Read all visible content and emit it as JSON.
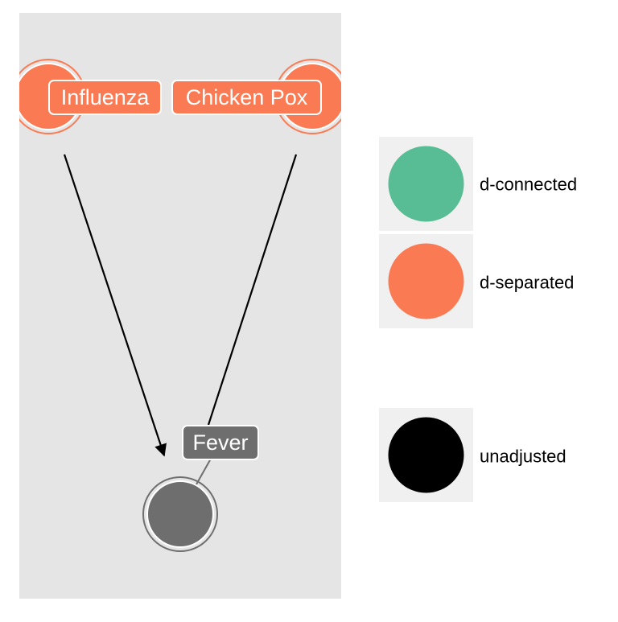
{
  "diagram": {
    "nodes": [
      {
        "id": "influenza",
        "label": "Influenza",
        "status": "d-separated"
      },
      {
        "id": "chicken_pox",
        "label": "Chicken Pox",
        "status": "d-separated"
      },
      {
        "id": "fever",
        "label": "Fever",
        "status": "unadjusted"
      }
    ],
    "edges": [
      {
        "from": "influenza",
        "to": "fever"
      },
      {
        "from": "chicken_pox",
        "to": "fever"
      }
    ]
  },
  "legend": {
    "items": [
      {
        "label": "d-connected",
        "color": "#58BC94"
      },
      {
        "label": "d-separated",
        "color": "#FA7B53"
      },
      {
        "label": "unadjusted",
        "color": "#000000"
      }
    ]
  },
  "colors": {
    "panel_background": "#E5E5E5",
    "legend_key_background": "#F0F0F0",
    "d_separated": "#FA7B53",
    "d_connected": "#58BC94",
    "fever_node": "#6E6E6E",
    "edge": "#000000",
    "label_text": "#FFFFFF",
    "legend_text": "#000000"
  }
}
